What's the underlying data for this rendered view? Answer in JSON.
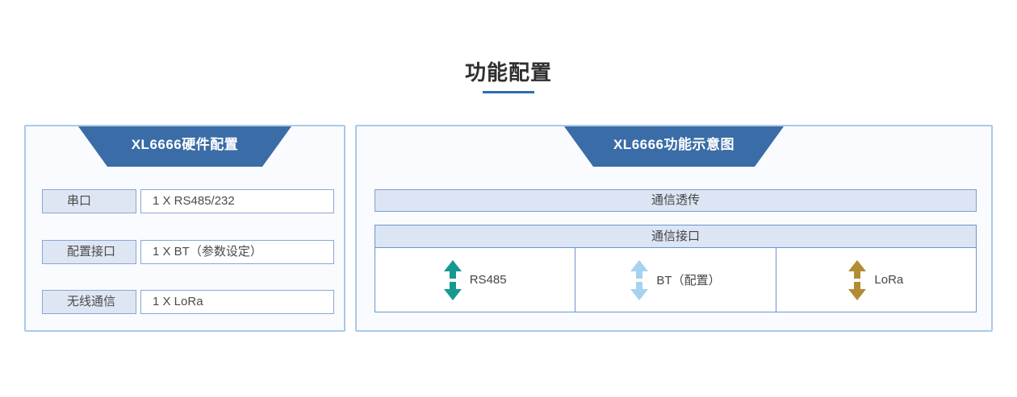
{
  "page": {
    "title": "功能配置"
  },
  "left_panel": {
    "header": "XL6666硬件配置",
    "rows": [
      {
        "label": "串口",
        "value": "1 X RS485/232"
      },
      {
        "label": "配置接口",
        "value": "1 X BT（参数设定）"
      },
      {
        "label": "无线通信",
        "value": "1 X LoRa"
      }
    ]
  },
  "right_panel": {
    "header": "XL6666功能示意图",
    "top_bar": "通信透传",
    "table_header": "通信接口",
    "cells": [
      {
        "label": "RS485",
        "arrow_color": "#17998f",
        "arrow_icon": "double-vertical-arrow"
      },
      {
        "label": "BT（配置）",
        "arrow_color": "#a6d2f2",
        "arrow_icon": "double-vertical-arrow"
      },
      {
        "label": "LoRa",
        "arrow_color": "#b18c34",
        "arrow_icon": "double-vertical-arrow"
      }
    ]
  },
  "colors": {
    "header_trapezoid": "#3a6da7",
    "panel_border": "#abc8eb",
    "box_fill": "#dfe6f3",
    "box_border": "#8aa6d6",
    "title_underline": "#2d6bb4"
  }
}
